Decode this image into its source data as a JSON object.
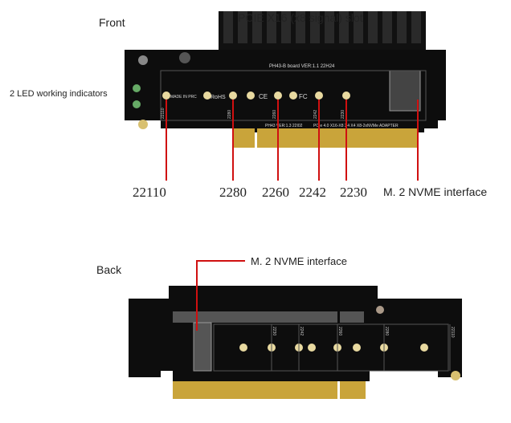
{
  "front": {
    "heading": "Front",
    "slot_title": "PCIE X16 (x8 signal) slot",
    "led_label": "2 LED working indicators",
    "board_text": {
      "model": "PH43-B board  VER:1.1  22H24",
      "bottom_left": "PH43  VER:1.3  22I02",
      "bottom_right": "PCIe 4.0 X16-X8 X4 X4    X8-2xNVMe ADAPTER",
      "made_in": "MADE IN PRC",
      "rohs": "RoHS",
      "ce": "CE",
      "fc": "FC",
      "pos": [
        "22110",
        "2280",
        "2260",
        "2242",
        "2230"
      ]
    },
    "callouts": [
      "22110",
      "2280",
      "2260",
      "2242",
      "2230",
      "M. 2 NVME interface"
    ]
  },
  "back": {
    "heading": "Back",
    "callout": "M. 2 NVME interface",
    "board_text": {
      "pos": [
        "2230",
        "2242",
        "2260",
        "2280",
        "22110"
      ]
    }
  },
  "colors": {
    "pcb": "#0d0d0d",
    "gold": "#c9a43a",
    "callout": "#d01010"
  }
}
